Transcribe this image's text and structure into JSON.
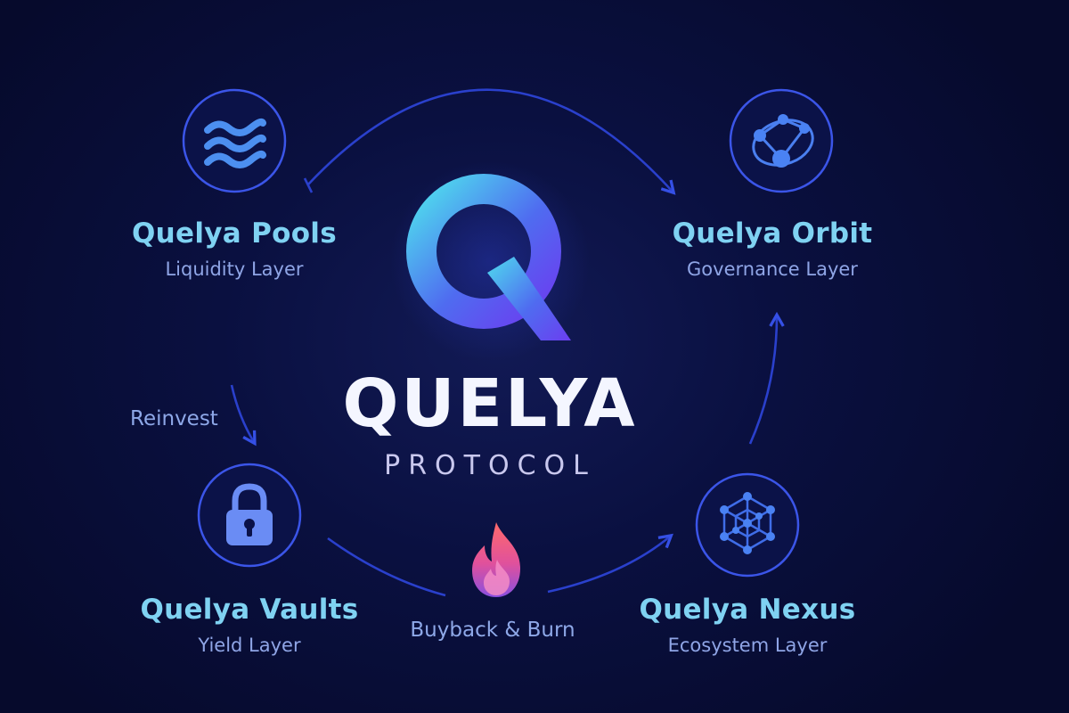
{
  "brand": {
    "name": "QUELYA",
    "tagline": "PROTOCOL"
  },
  "nodes": {
    "pools": {
      "title": "Quelya Pools",
      "subtitle": "Liquidity Layer",
      "icon": "waves-icon"
    },
    "orbit": {
      "title": "Quelya Orbit",
      "subtitle": "Governance Layer",
      "icon": "network-nodes-icon"
    },
    "vaults": {
      "title": "Quelya Vaults",
      "subtitle": "Yield Layer",
      "icon": "padlock-icon"
    },
    "nexus": {
      "title": "Quelya Nexus",
      "subtitle": "Ecosystem Layer",
      "icon": "hexagon-network-icon"
    }
  },
  "flows": {
    "reinvest": "Reinvest",
    "buyback": "Buyback & Burn"
  },
  "colors": {
    "background": "#070b30",
    "ring": "#3d55e6",
    "title": "#7fd2f2",
    "subtitle": "#8fa5e6",
    "arrow": "#2f45d8",
    "logo_start": "#4dd6ee",
    "logo_end": "#6a3ff0",
    "flame": "#e2559e"
  }
}
